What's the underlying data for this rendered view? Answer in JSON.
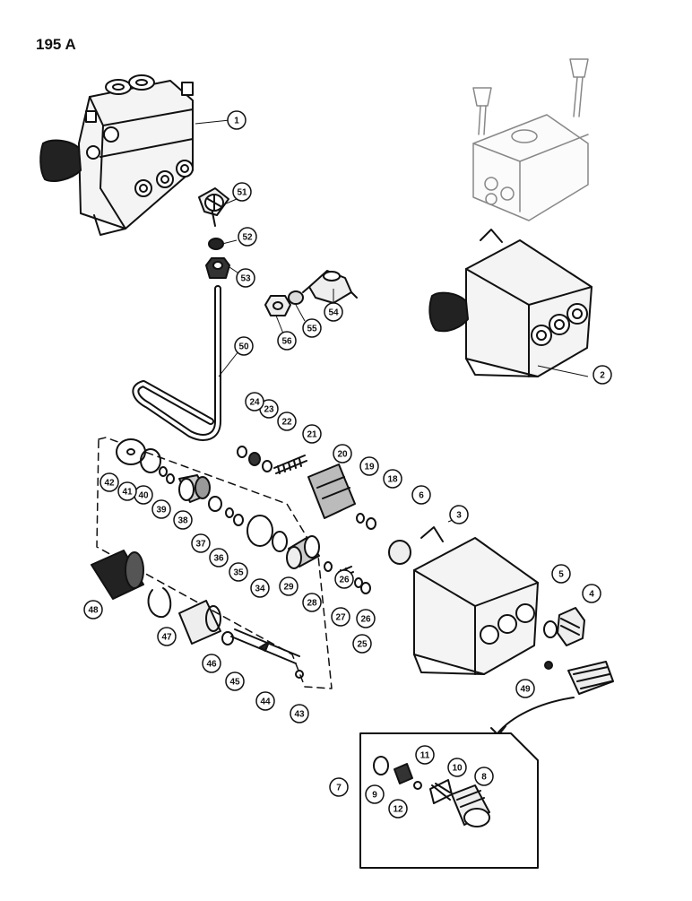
{
  "page": {
    "label": "195 A"
  },
  "callouts": [
    {
      "n": "1"
    },
    {
      "n": "2"
    },
    {
      "n": "3"
    },
    {
      "n": "4"
    },
    {
      "n": "5"
    },
    {
      "n": "6"
    },
    {
      "n": "7"
    },
    {
      "n": "8"
    },
    {
      "n": "9"
    },
    {
      "n": "10"
    },
    {
      "n": "11"
    },
    {
      "n": "12"
    },
    {
      "n": "18"
    },
    {
      "n": "19"
    },
    {
      "n": "20"
    },
    {
      "n": "21"
    },
    {
      "n": "22"
    },
    {
      "n": "23"
    },
    {
      "n": "24"
    },
    {
      "n": "25"
    },
    {
      "n": "26"
    },
    {
      "n": "27"
    },
    {
      "n": "28"
    },
    {
      "n": "29"
    },
    {
      "n": "34"
    },
    {
      "n": "35"
    },
    {
      "n": "36"
    },
    {
      "n": "37"
    },
    {
      "n": "38"
    },
    {
      "n": "39"
    },
    {
      "n": "40"
    },
    {
      "n": "41"
    },
    {
      "n": "42"
    },
    {
      "n": "43"
    },
    {
      "n": "44"
    },
    {
      "n": "45"
    },
    {
      "n": "46"
    },
    {
      "n": "47"
    },
    {
      "n": "48"
    },
    {
      "n": "49"
    },
    {
      "n": "50"
    },
    {
      "n": "51"
    },
    {
      "n": "52"
    },
    {
      "n": "53"
    },
    {
      "n": "54"
    },
    {
      "n": "55"
    },
    {
      "n": "56"
    },
    {
      "n": "26"
    }
  ]
}
